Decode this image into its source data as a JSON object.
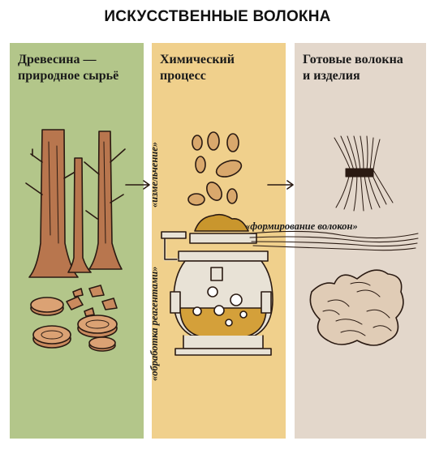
{
  "title": "ИСКУССТВЕННЫЕ ВОЛОКНА",
  "panels": [
    {
      "title": "Древесина —\nприродное сырьё"
    },
    {
      "title": "Химический\nпроцесс"
    },
    {
      "title": "Готовые волокна\nи изделия"
    }
  ],
  "labels": {
    "grinding": "«измельчение»",
    "reagents": "«обработка реагентами»",
    "fiber_forming": "«формирование волокон»"
  },
  "colors": {
    "panel_wood": "#b3c68a",
    "panel_chem": "#f0d08c",
    "panel_fiber": "#e3d7cb",
    "wood": "#b8764e",
    "outline": "#2a1a12"
  }
}
